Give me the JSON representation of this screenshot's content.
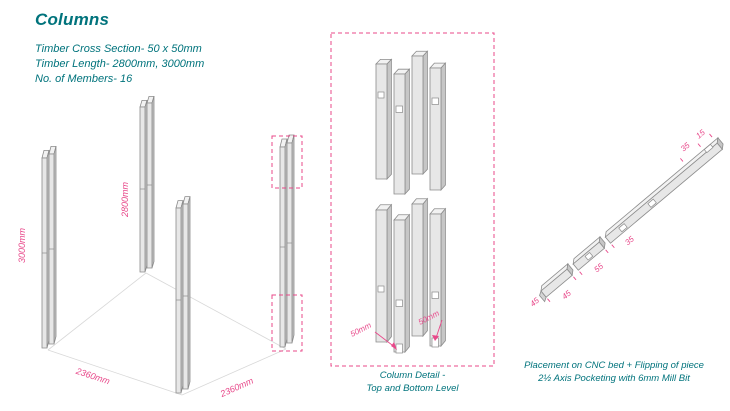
{
  "colors": {
    "teal": "#00737c",
    "pink": "#e8488a",
    "timber_front": "#e7e7e7",
    "timber_side": "#c6c6c6",
    "timber_top": "#f2f2f2"
  },
  "page": {
    "title": "Columns",
    "specs": [
      "Timber Cross Section-  50 x 50mm",
      "Timber Length- 2800mm, 3000mm",
      "No. of Members- 16"
    ]
  },
  "left_diagram": {
    "dim_height_1": "3000mm",
    "dim_height_2": "2800mm",
    "dim_width_left": "2360mm",
    "dim_width_right": "2360mm"
  },
  "middle_panel": {
    "dim_left": "50mm",
    "dim_right": "50mm",
    "caption": [
      "Column Detail -",
      "Top and Bottom Level"
    ]
  },
  "right_diagram": {
    "top_dims": [
      "35",
      "15"
    ],
    "end_dim": "45",
    "bottom_dims": [
      "45",
      "55",
      "35"
    ],
    "caption": [
      "Placement on CNC bed + Flipping of piece",
      "2½ Axis Pocketing with 6mm Mill Bit"
    ]
  }
}
